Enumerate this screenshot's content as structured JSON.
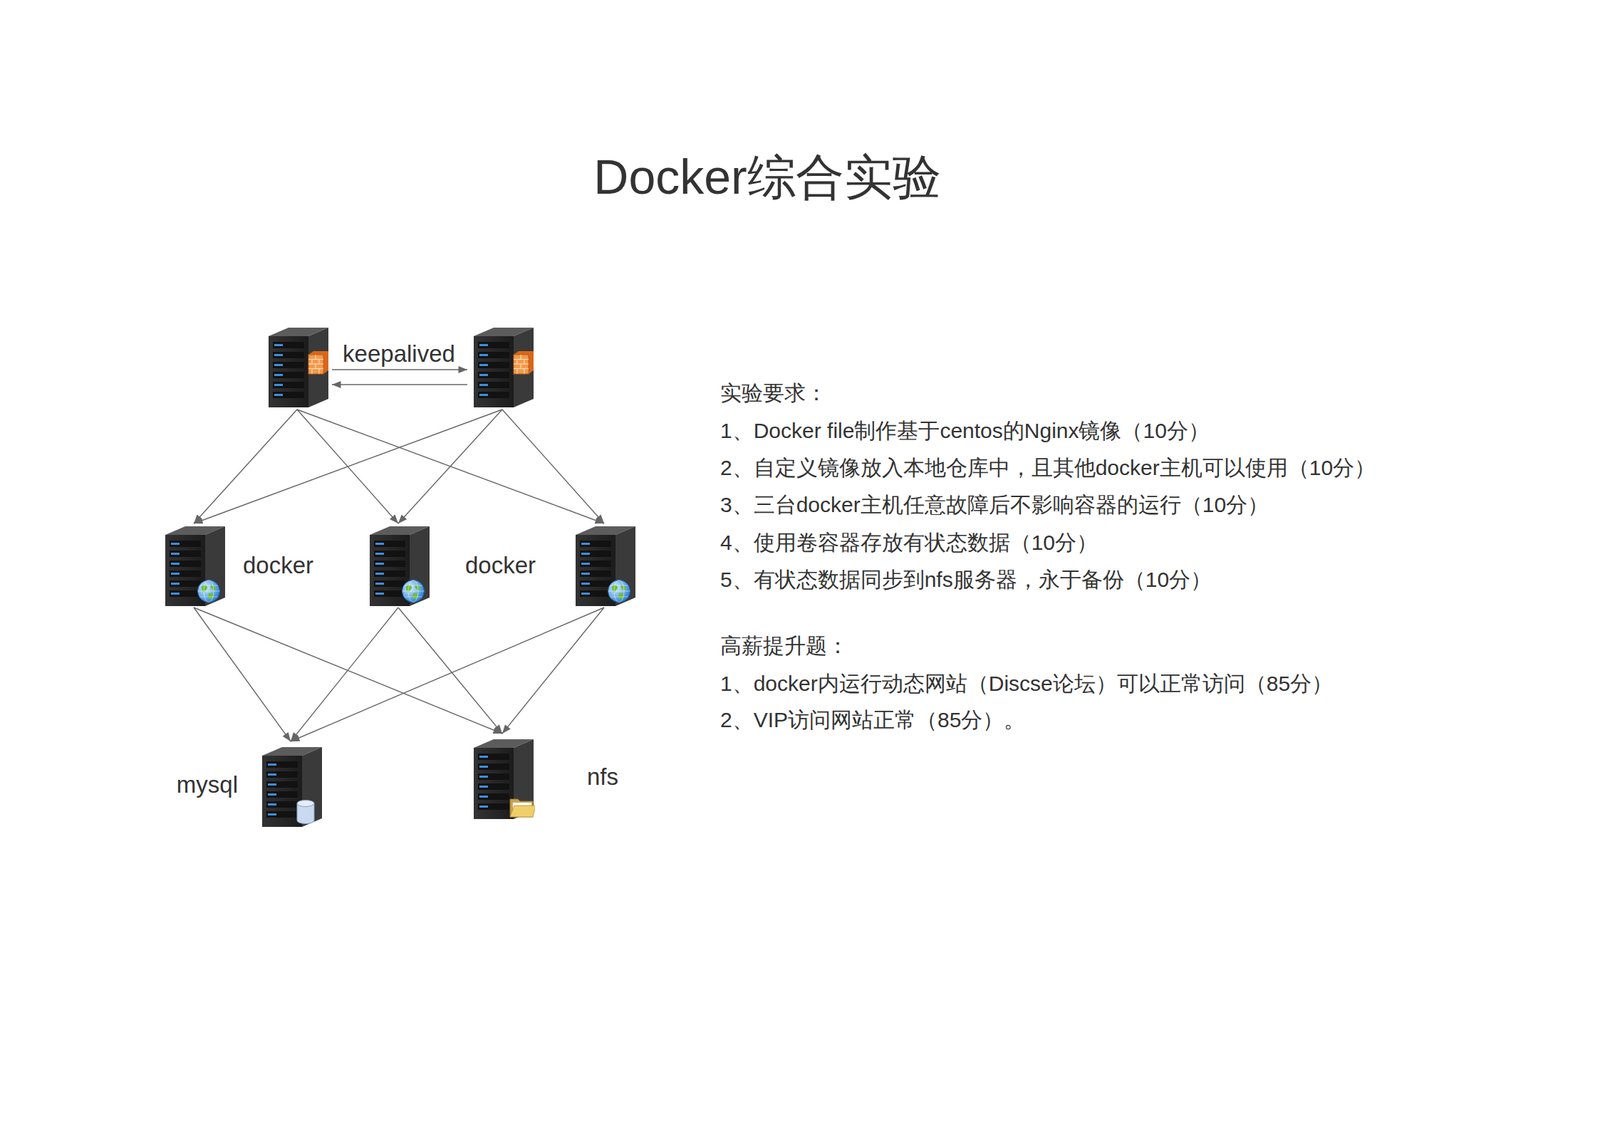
{
  "diagram": {
    "title": "Docker综合实验",
    "nodes": [
      {
        "text": [
          "docker"
        ]
      },
      {
        "text": [
          "docker"
        ]
      },
      {
        "text": [
          "mysql"
        ]
      },
      {
        "text": [
          "nfs"
        ]
      }
    ],
    "edges": [
      {
        "from": 0,
        "to": 2,
        "arrow": "to"
      },
      {
        "from": 0,
        "to": 3,
        "arrow": "to"
      },
      {
        "from": 1,
        "to": 2,
        "arrow": "to"
      },
      {
        "from": 1,
        "to": 3,
        "arrow": "to"
      }
    ],
    "labels": [
      "keepalived",
      "实验要求：",
      "1、Docker file制作基于centos的Nginx镜像（10分）",
      "2、自定义镜像放入本地仓库中，且其他docker主机可以使用（10分）",
      "3、三台docker主机任意故障后不影响容器的运行（10分）",
      "4、使用卷容器存放有状态数据（10分）",
      "5、有状态数据同步到nfs服务器，永于备份（10分）",
      "高薪提升题：",
      "1、docker内运行动态网站（Discse论坛）可以正常访问（85分）",
      "2、VIP访问网站正常（85分）。"
    ]
  }
}
